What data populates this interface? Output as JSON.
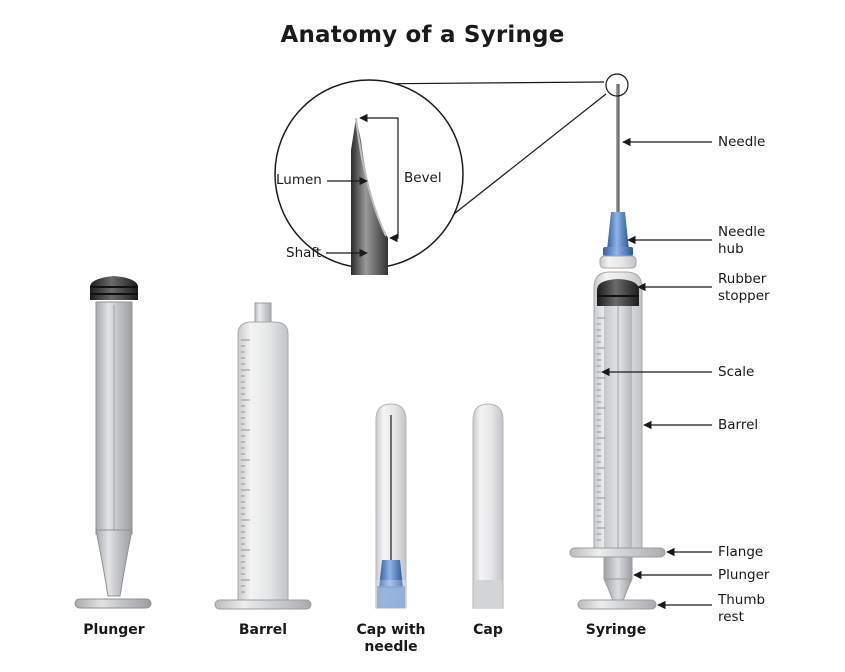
{
  "title": "Anatomy of a Syringe",
  "callouts": {
    "needle": "Needle",
    "needle_hub_1": "Needle",
    "needle_hub_2": "hub",
    "rubber_stopper_1": "Rubber",
    "rubber_stopper_2": "stopper",
    "scale": "Scale",
    "barrel": "Barrel",
    "flange": "Flange",
    "plunger": "Plunger",
    "thumb_rest_1": "Thumb",
    "thumb_rest_2": "rest"
  },
  "zoom_callouts": {
    "lumen": "Lumen",
    "bevel": "Bevel",
    "shaft": "Shaft"
  },
  "captions": {
    "plunger": "Plunger",
    "barrel": "Barrel",
    "cap_with_needle_1": "Cap with",
    "cap_with_needle_2": "needle",
    "cap": "Cap",
    "syringe": "Syringe"
  },
  "colors": {
    "hub_blue": "#4a7fc4",
    "stopper_black": "#2b2b2b",
    "barrel_grey": "#d8d9db",
    "line": "#1a1a1a"
  }
}
